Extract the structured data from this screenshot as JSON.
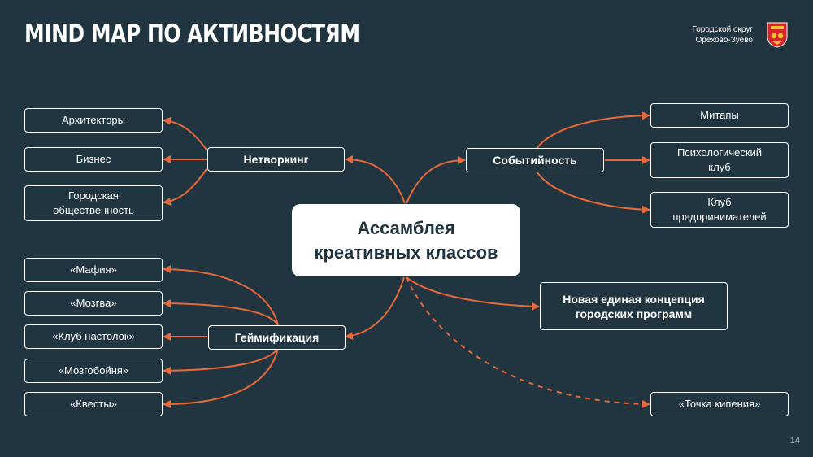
{
  "header": {
    "title": "MIND MAP ПО АКТИВНОСТЯМ",
    "org_line1": "Городской округ",
    "org_line2": "Орехово-Зуево",
    "crest_icon": "city-coat-of-arms-icon"
  },
  "page_number": "14",
  "colors": {
    "background": "#20353f",
    "connector": "#e8683a",
    "text": "#ffffff"
  },
  "mindmap": {
    "center": {
      "line1": "Ассамблея",
      "line2": "креативных классов"
    },
    "networking": {
      "label": "Нетворкинг",
      "children": {
        "architects": "Архитекторы",
        "business": "Бизнес",
        "community_line1": "Городская",
        "community_line2": "общественность"
      }
    },
    "events": {
      "label": "Событийность",
      "children": {
        "meetups": "Митапы",
        "psych_line1": "Психологический",
        "psych_line2": "клуб",
        "entre_line1": "Клуб",
        "entre_line2": "предпринимателей"
      }
    },
    "gamification": {
      "label": "Геймификация",
      "children": {
        "mafia": "«Мафия»",
        "mozgva": "«Мозгва»",
        "board": "«Клуб настолок»",
        "brainfight": "«Мозгобойня»",
        "quests": "«Квесты»"
      }
    },
    "concept": {
      "line1": "Новая единая концепция",
      "line2": "городских программ"
    },
    "boiling_point": "«Точка кипения»"
  }
}
